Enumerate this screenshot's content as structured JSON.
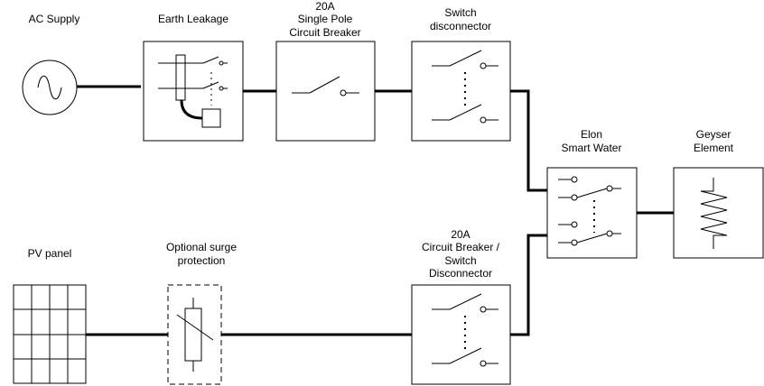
{
  "labels": {
    "ac_supply": "AC Supply",
    "earth_leakage": "Earth Leakage",
    "breaker1_l1": "20A",
    "breaker1_l2": "Single Pole",
    "breaker1_l3": "Circuit  Breaker",
    "switch_l1": "Switch",
    "switch_l2": "disconnector",
    "elon_l1": "Elon",
    "elon_l2": "Smart Water",
    "geyser_l1": "Geyser",
    "geyser_l2": "Element",
    "pv_panel": "PV panel",
    "surge_l1": "Optional surge",
    "surge_l2": "protection",
    "breaker2_l1": "20A",
    "breaker2_l2": "Circuit  Breaker /",
    "breaker2_l3": "Switch",
    "breaker2_l4": "Disconnector"
  }
}
